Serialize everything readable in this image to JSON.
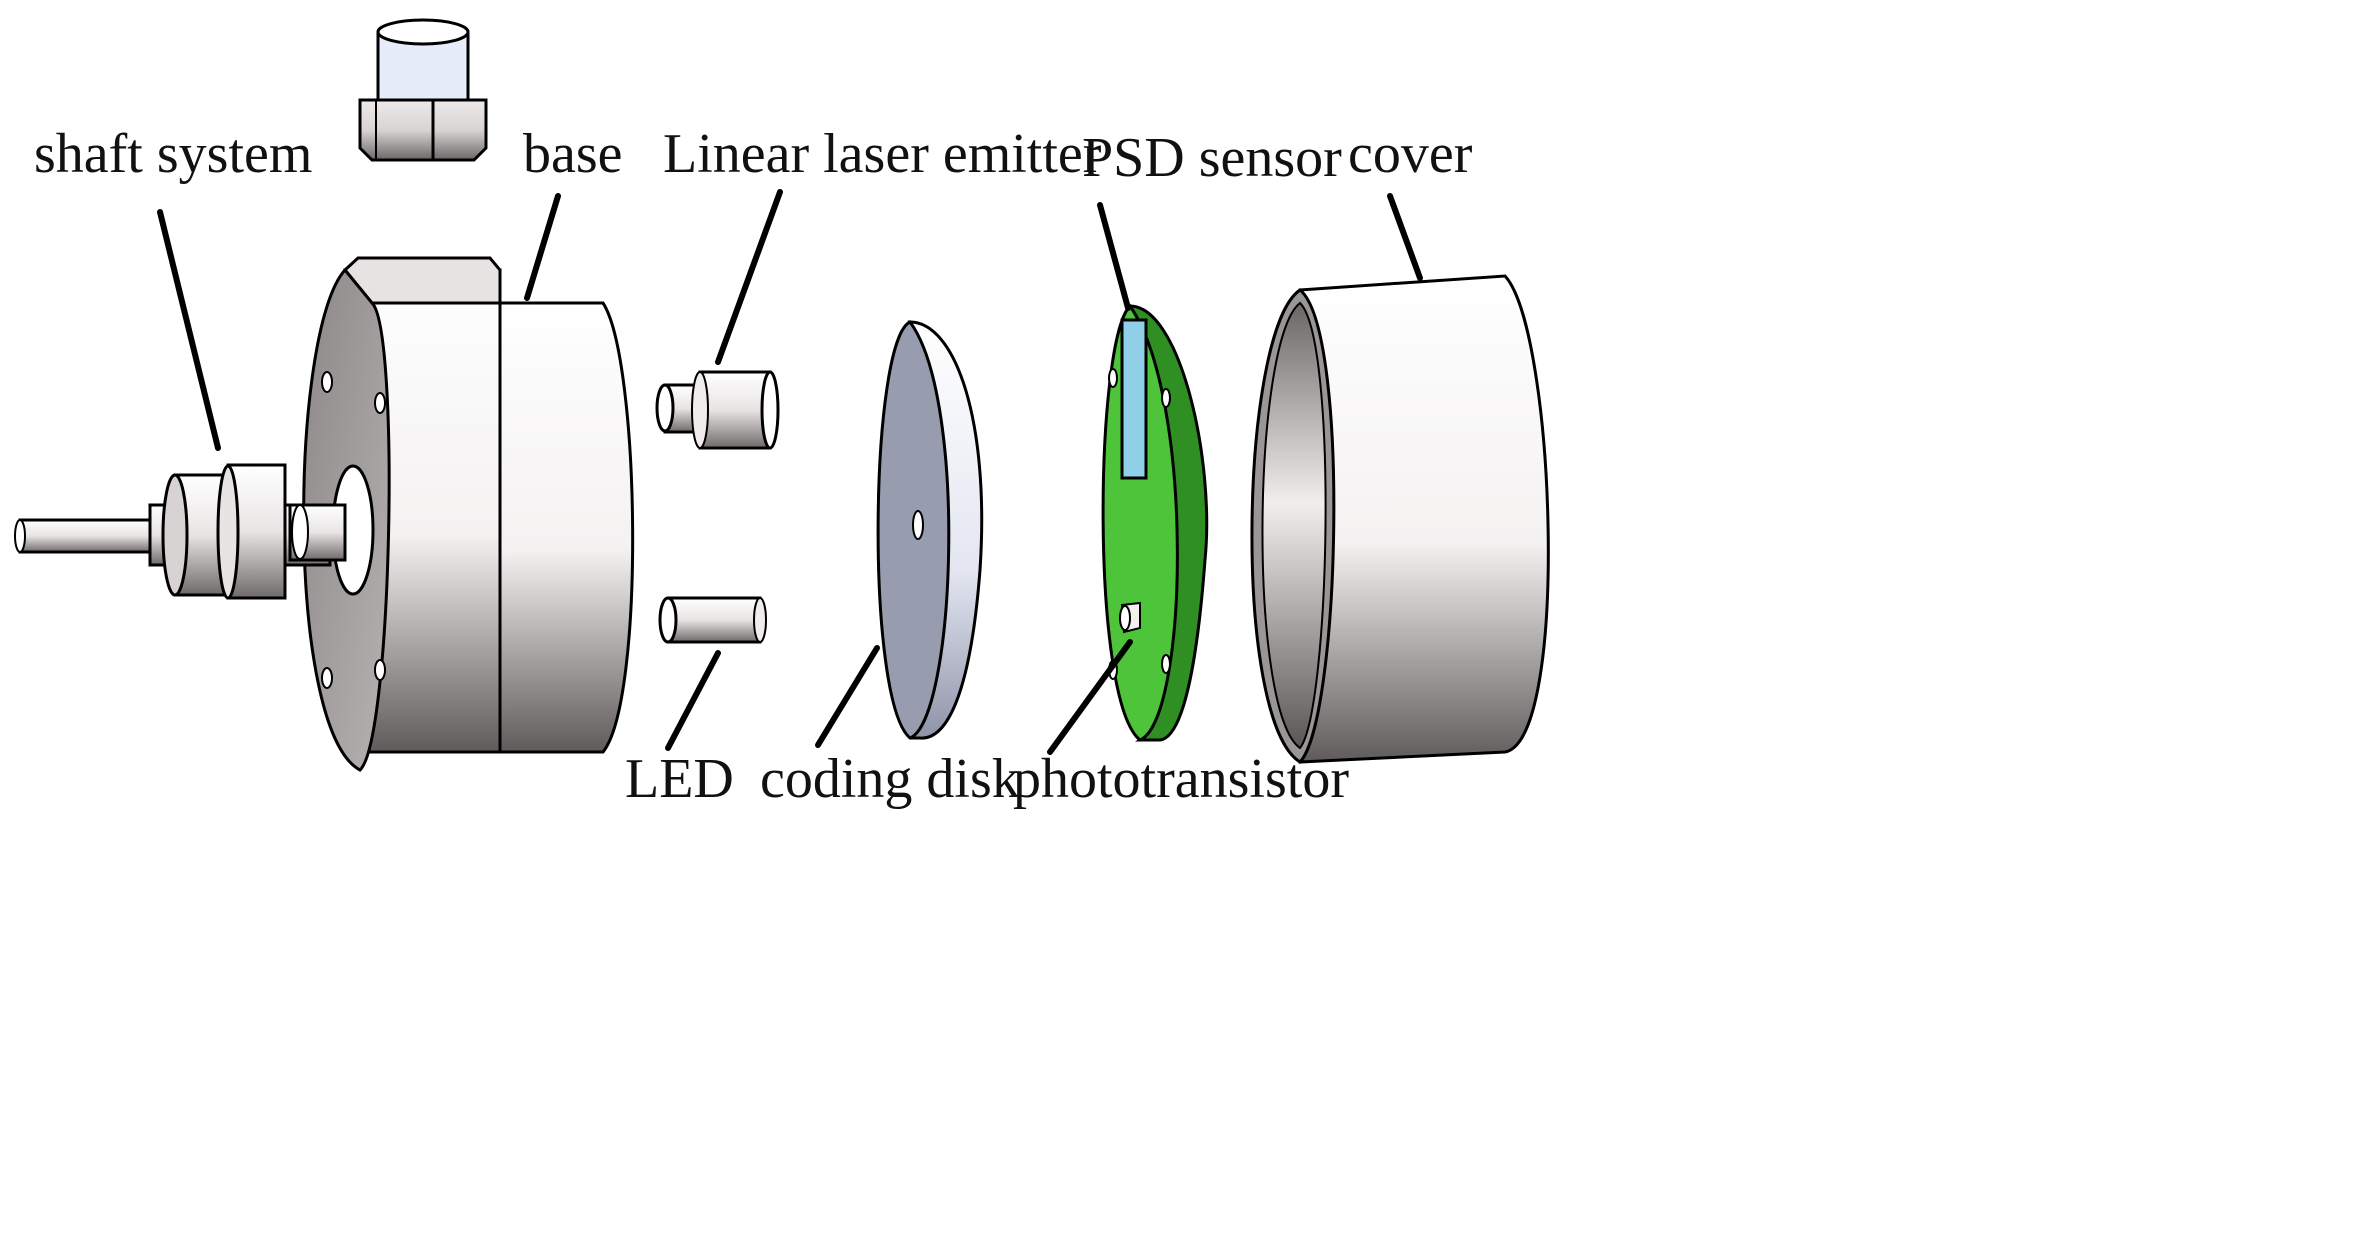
{
  "labels": {
    "shaft_system": "shaft system",
    "base": "base",
    "linear_laser_emitter": "Linear laser emitter",
    "psd_sensor": "PSD sensor",
    "cover": "cover",
    "led": "LED",
    "coding_disk": "coding disk",
    "phototransistor": "phototransistor"
  },
  "colors": {
    "metal_light": "#ffffff",
    "metal_dark": "#6e6a6a",
    "disk_face": "#979cae",
    "pcb_green": "#4ec43a",
    "pcb_edge": "#2f8f22",
    "psd_window": "#8fd0e8"
  }
}
